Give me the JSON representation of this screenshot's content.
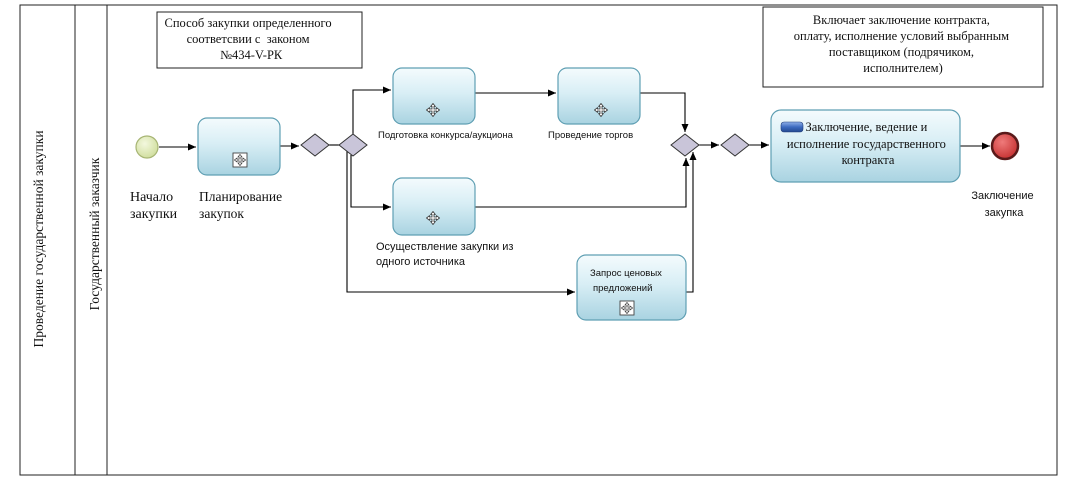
{
  "pool": {
    "label": "Проведение государственной закупки"
  },
  "lane": {
    "label": "Государственный заказчик"
  },
  "annotations": {
    "procurement_method": {
      "lines": [
        "Способ закупки определенного",
        "соответсвии с  законом",
        "№434-V-РК"
      ]
    },
    "contract_scope": {
      "lines": [
        "Включает заключение контракта,",
        "оплату, исполнение условий выбранным",
        "поставщиком (подрячиком,",
        "исполнителем)"
      ]
    }
  },
  "start_event": {
    "label_lines": [
      "Начало",
      "закупки"
    ]
  },
  "tasks": {
    "planning": {
      "label_lines": [
        "Планирование",
        "закупок"
      ]
    },
    "preparation": {
      "label": "Подготовка конкурса/аукциона"
    },
    "bidding": {
      "label": "Проведение торгов"
    },
    "single_source": {
      "label_lines": [
        "Осуществление закупки из",
        "одного источника"
      ]
    },
    "price_request": {
      "label_lines": [
        "Запрос ценовых",
        "предложений"
      ]
    },
    "contract": {
      "label_lines": [
        "Заключение, ведение и",
        "исполнение государственного",
        "контракта"
      ]
    }
  },
  "end_event": {
    "label_lines": [
      "Заключение",
      "закупка"
    ]
  },
  "icons": {
    "subprocess_marker": "four-arrow-cross-icon",
    "contract_task_icon": "blue-bar-icon"
  },
  "colors": {
    "task_fill": "#d6edf4",
    "task_stroke": "#5f9fb3",
    "gateway_fill": "#c9c5d9",
    "start_event_fill": "#dfe9b8",
    "end_event_fill": "#d23b3b",
    "flow_line": "#000000"
  }
}
